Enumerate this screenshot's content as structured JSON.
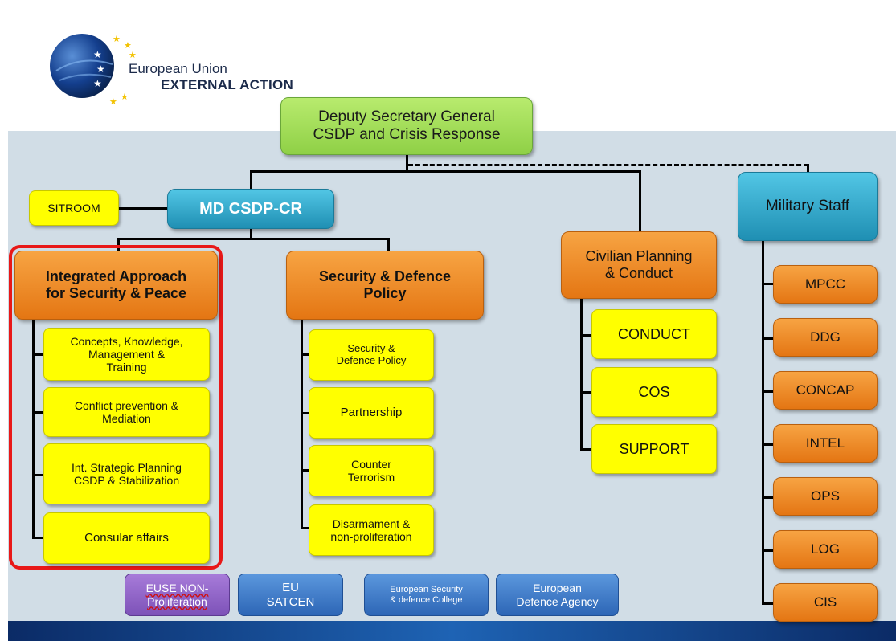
{
  "logo": {
    "line1": "European Union",
    "line2": "EXTERNAL ACTION",
    "colors": {
      "globe": "#0f3a8a",
      "stars": "#f2c200"
    }
  },
  "top": {
    "dsg": "Deputy Secretary General\nCSDP and Crisis Response"
  },
  "md": {
    "label": "MD CSDP-CR",
    "sitroom": "SITROOM"
  },
  "iasp": {
    "title": "Integrated Approach\nfor Security & Peace",
    "items": [
      "Concepts, Knowledge,\nManagement &\nTraining",
      "Conflict prevention &\nMediation",
      "Int. Strategic Planning\nCSDP & Stabilization",
      "Consular affairs"
    ]
  },
  "sdp": {
    "title": "Security & Defence\nPolicy",
    "items": [
      "Security &\nDefence Policy",
      "Partnership",
      "Counter\nTerrorism",
      "Disarmament &\nnon-proliferation"
    ]
  },
  "cpc": {
    "title": "Civilian Planning\n& Conduct",
    "items": [
      "CONDUCT",
      "COS",
      "SUPPORT"
    ]
  },
  "ms": {
    "title": "Military Staff",
    "items": [
      "MPCC",
      "DDG",
      "CONCAP",
      "INTEL",
      "OPS",
      "LOG",
      "CIS"
    ]
  },
  "agencies": {
    "euse": "EUSE NON-\nProliferation",
    "satcen": "EU\nSATCEN",
    "esdc": "European Security\n& defence College",
    "eda": "European\nDefence Agency"
  },
  "colors": {
    "panel": "#d1dde6",
    "orange": "#f08a24",
    "yellow": "#ffff00",
    "blue": "#2fa6cc",
    "green": "#a6df5a",
    "highlight": "#e81818"
  }
}
